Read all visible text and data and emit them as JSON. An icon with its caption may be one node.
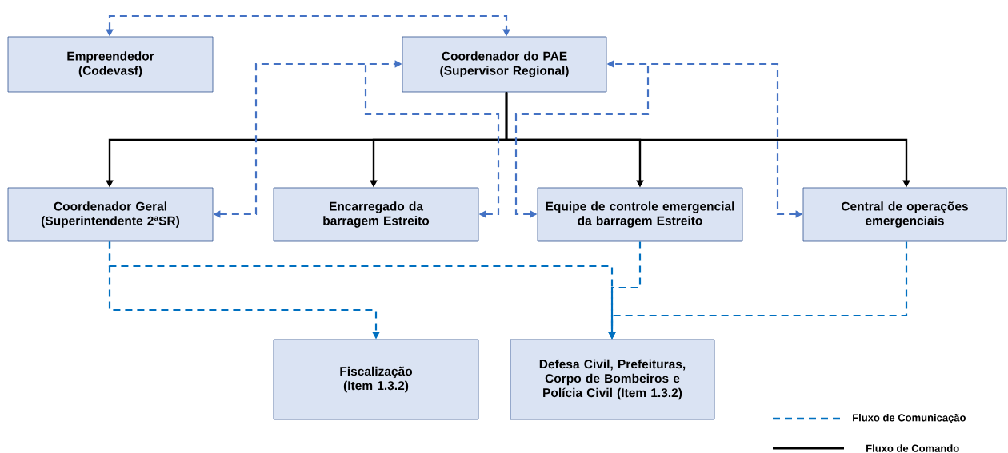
{
  "diagram": {
    "nodes": [
      {
        "text": [
          "Empreendedor (Codevasf)"
        ]
      },
      {
        "text": [
          "Coordenador do PAE (Supervisor Regional)"
        ]
      },
      {
        "text": [
          "Coordenador Geral (Superintendente 2ªSR)"
        ]
      },
      {
        "text": [
          "Encarregado da barragem Estreito"
        ]
      },
      {
        "text": [
          "Equipe de controle emergencial da barragem Estreito"
        ]
      },
      {
        "text": [
          "Central de operações emergenciais"
        ]
      },
      {
        "text": [
          "Fiscalização (Item 1.3.2)"
        ]
      },
      {
        "text": [
          "Defesa Civil, Prefeituras, Corpo de Bombeiros e Polícia Civil (Item 1.3.2)"
        ]
      }
    ],
    "edges": [
      {
        "from": 0,
        "to": 1,
        "arrow": "both",
        "style": "dashed"
      },
      {
        "from": 1,
        "to": 2,
        "arrow": "to",
        "color": "#000000"
      },
      {
        "from": 1,
        "to": 3,
        "arrow": "to",
        "color": "#000000"
      },
      {
        "from": 1,
        "to": 4,
        "arrow": "to",
        "color": "#000000"
      },
      {
        "from": 1,
        "to": 5,
        "arrow": "to",
        "color": "#000000"
      },
      {
        "from": 2,
        "to": 1,
        "arrow": "both",
        "style": "dashed"
      },
      {
        "from": 3,
        "to": 1,
        "arrow": "both",
        "style": "dashed"
      },
      {
        "from": 4,
        "to": 1,
        "arrow": "both",
        "style": "dashed"
      },
      {
        "from": 5,
        "to": 1,
        "arrow": "both",
        "style": "dashed"
      },
      {
        "from": 2,
        "to": 6,
        "arrow": "to",
        "style": "dashed",
        "color": "#0070c0"
      },
      {
        "from": 2,
        "to": 7,
        "arrow": "to",
        "style": "dashed",
        "color": "#0070c0"
      },
      {
        "from": 4,
        "to": 7,
        "arrow": "to",
        "style": "dashed",
        "color": "#0070c0"
      },
      {
        "from": 5,
        "to": 7,
        "arrow": "to",
        "style": "dashed",
        "color": "#0070c0"
      }
    ],
    "legend": [
      {
        "text": "Fluxo de Comunicação"
      },
      {
        "text": "Fluxo de Comando"
      }
    ]
  }
}
